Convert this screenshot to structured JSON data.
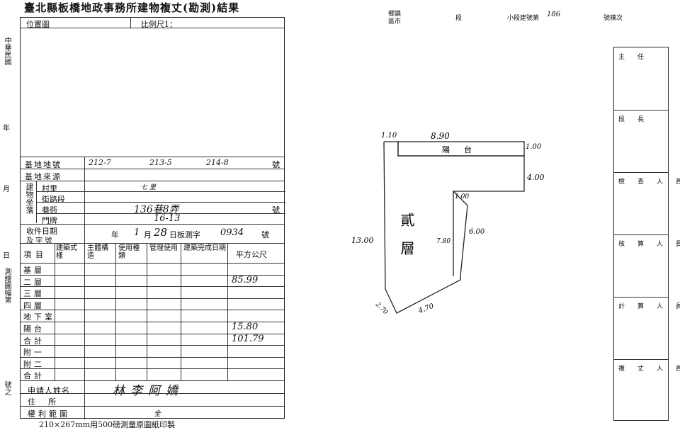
{
  "header": {
    "title": "臺北縣板橋地政事務所建物複丈(勘測)結果",
    "footer": "210×267mm用500磅測量原圖紙印製"
  },
  "left_margin": {
    "col_a": "中華民國",
    "year": "年",
    "month": "月",
    "day": "日",
    "col_b": "測繪圖幅第",
    "col_c": "號之"
  },
  "location_box": {
    "label": "位置圖",
    "scale_label": "比例尺1："
  },
  "base_lot": {
    "label": "基地地號",
    "values": [
      "212-7",
      "213-5",
      "214-8"
    ],
    "suffix": "號"
  },
  "base_source": {
    "label": "基地來源"
  },
  "building_address": {
    "group_label": "建物坐落",
    "rows": [
      {
        "label": "村里",
        "value": "七    里"
      },
      {
        "label": "街路段",
        "value": "   "
      },
      {
        "label": "巷衖",
        "value": "136巷8弄",
        "suffix": "號"
      },
      {
        "label": "門牌",
        "value": "16-13"
      }
    ]
  },
  "receipt": {
    "label_1": "收件日期",
    "label_2": "及  字  號",
    "year_unit": "年",
    "month": "1",
    "month_unit": "月",
    "day": "28",
    "day_unit": "日板測字",
    "number": "0934",
    "suffix": "號"
  },
  "floor_table": {
    "headers": [
      "項目",
      "建築式樣",
      "主體構造",
      "使用種類",
      "管理使用",
      "建築完成日期",
      "平方公尺"
    ],
    "rows": [
      {
        "label": "基層",
        "value": ""
      },
      {
        "label": "二層",
        "value": "85.99"
      },
      {
        "label": "三層",
        "value": ""
      },
      {
        "label": "四層",
        "value": ""
      },
      {
        "label": "地下室",
        "value": ""
      },
      {
        "label": "陽台",
        "value": "15.80"
      },
      {
        "label": "合計",
        "value": "101.79"
      },
      {
        "label": "附一",
        "value": ""
      },
      {
        "label": "附二",
        "value": ""
      },
      {
        "label": "合計",
        "value": ""
      }
    ]
  },
  "applicant": {
    "label": "申請人姓名",
    "value": "林李阿嬌"
  },
  "residence": {
    "label": "住所"
  },
  "rights_scope": {
    "label": "權利範圍",
    "value": "全"
  },
  "right_header": {
    "town": "鄉鎮",
    "district": "區市",
    "section": "段",
    "subsection": "小段建號第",
    "number": "186",
    "suffix": "號棟次"
  },
  "floor_plan": {
    "floor_label": "貳層",
    "balcony_label": "陽台",
    "dimensions": [
      "1.10",
      "8.90",
      "1.00",
      "4.00",
      "1.00",
      "13.00",
      "7.80",
      "6.00",
      "2.70",
      "4.70"
    ]
  },
  "signoff": {
    "rows": [
      "主任",
      "段長",
      "檢查人員",
      "核算人員",
      "計算人員",
      "複丈人員"
    ]
  },
  "colors": {
    "ink": "#111111",
    "line": "#333333",
    "paper": "#ffffff"
  }
}
